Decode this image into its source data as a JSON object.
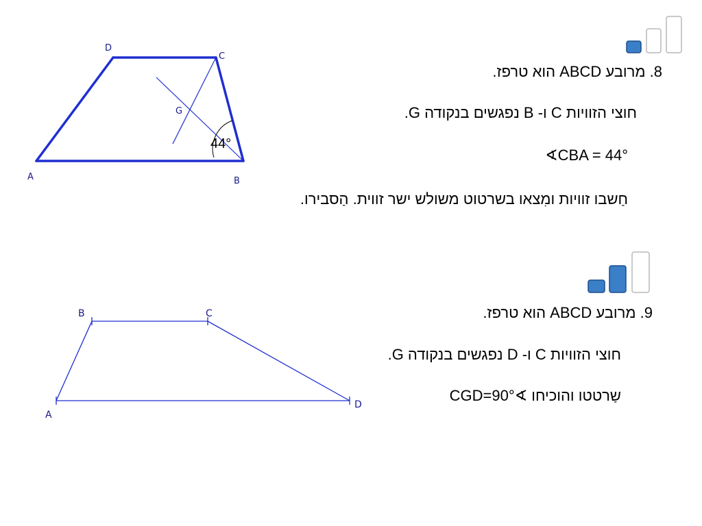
{
  "problem8": {
    "line1": "8. מרובע ABCD הוא טרפז.",
    "line2": "חוצי הזוויות C ו- B נפגשים בנקודה G.",
    "line3": "∢CBA = 44°",
    "line4": "חַשבו זוויות ומִצאו בשרטוט משולש ישר זווית. הַסבירו.",
    "diagram": {
      "vertices": [
        "A",
        "B",
        "C",
        "D",
        "G"
      ],
      "angle_label": "44°"
    },
    "progress_icon": {
      "filled_bars": 1,
      "total_bars": 3,
      "color": "#3a7fc8"
    }
  },
  "problem9": {
    "line1": "9. מרובע ABCD הוא טרפז.",
    "line2": "חוצי הזוויות C ו- D נפגשים בנקודה G.",
    "line3": "שַרטטו והוכיחו ∢CGD=90°",
    "diagram": {
      "vertices": [
        "A",
        "B",
        "C",
        "D"
      ]
    },
    "progress_icon": {
      "filled_bars": 2,
      "total_bars": 3,
      "color": "#3a7fc8"
    }
  }
}
